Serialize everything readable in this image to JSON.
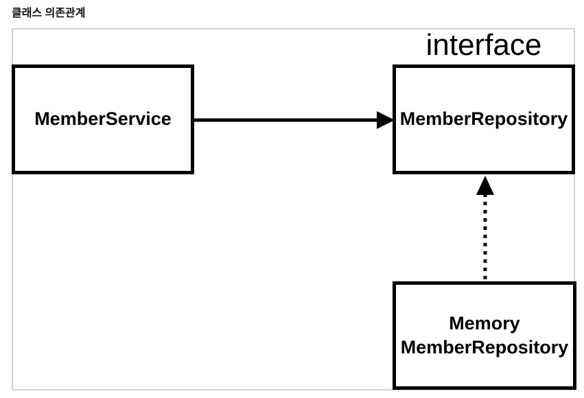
{
  "page": {
    "title": "클래스 의존관계"
  },
  "diagram": {
    "interface_label": "interface",
    "nodes": [
      {
        "id": "member-service",
        "label": "MemberService"
      },
      {
        "id": "member-repository",
        "label": "MemberRepository",
        "stereotype": "interface"
      },
      {
        "id": "memory-member-repository",
        "label_line1": "Memory",
        "label_line2": "MemberRepository"
      }
    ],
    "edges": [
      {
        "from": "MemberService",
        "to": "MemberRepository",
        "style": "solid-arrow",
        "meaning": "dependency"
      },
      {
        "from": "Memory MemberRepository",
        "to": "MemberRepository",
        "style": "dotted-arrow",
        "meaning": "implements"
      }
    ],
    "colors": {
      "background": "#ffffff",
      "node_border": "#000000",
      "canvas_border": "#d3d3d3",
      "text": "#000000",
      "arrow": "#000000"
    }
  }
}
